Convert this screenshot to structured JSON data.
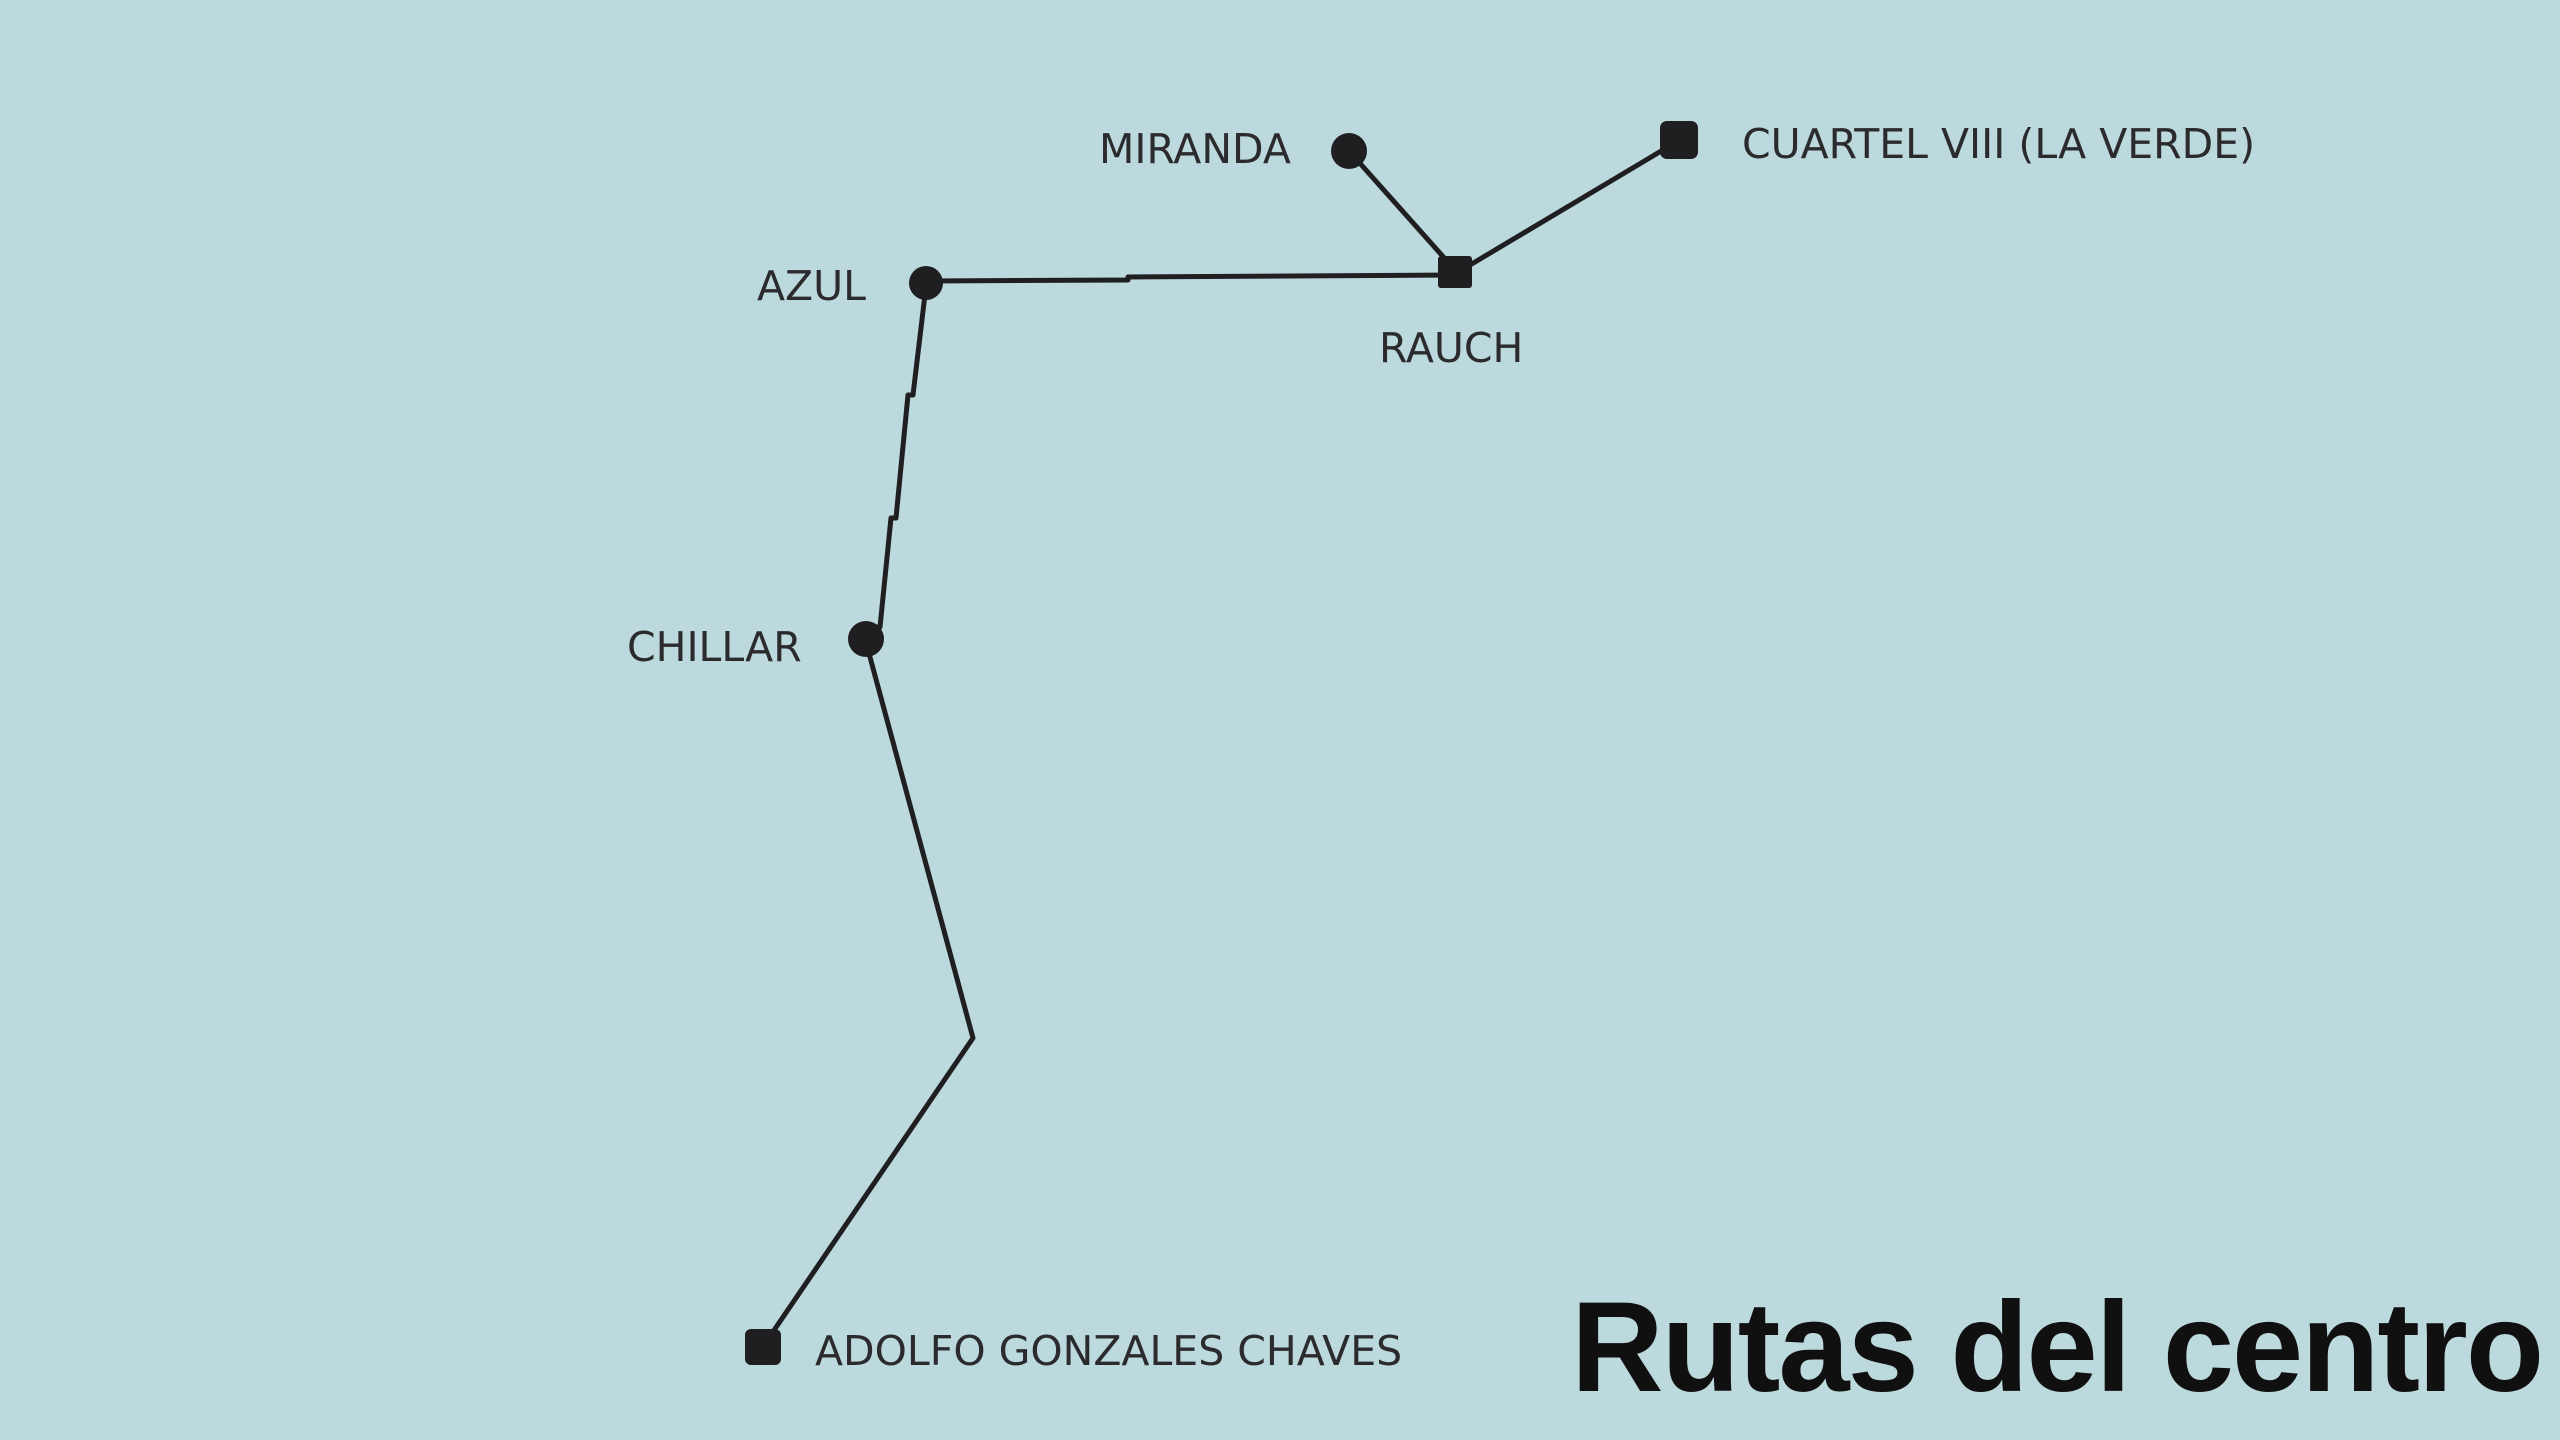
{
  "title": "Rutas del centro",
  "colors": {
    "background": "#bcd9de",
    "route": "#1f1f22",
    "label": "#2b2b2e",
    "title": "#101010"
  },
  "stations": {
    "miranda": "MIRANDA",
    "cuartel": "CUARTEL VIII (LA VERDE)",
    "azul": "AZUL",
    "rauch": "RAUCH",
    "chillar": "CHILLAR",
    "chaves": "ADOLFO GONZALES CHAVES"
  }
}
